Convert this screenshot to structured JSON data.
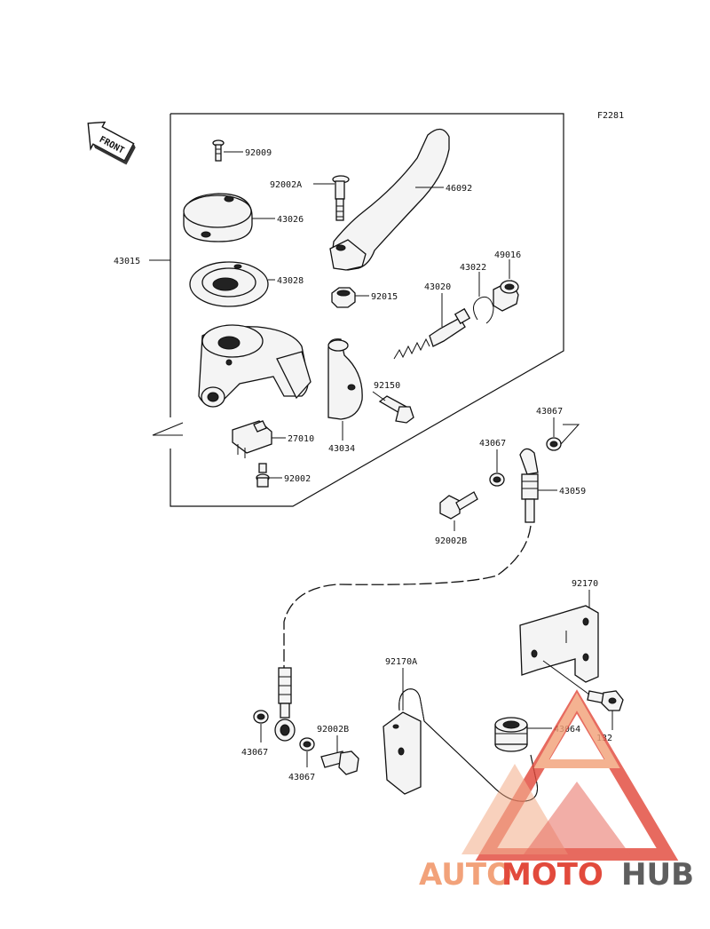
{
  "diagram": {
    "figure_code": "F2281",
    "front_label": "FRONT",
    "watermark": {
      "part1": "AUTO",
      "part2": "MOTO",
      "part3": "HUB"
    },
    "colors": {
      "watermark_orange": "#f2a27a",
      "watermark_red": "#e24a3c",
      "watermark_gray": "#5e5e5e"
    },
    "parts": {
      "p92009": "92009",
      "p92002A": "92002A",
      "p46092": "46092",
      "p43026": "43026",
      "p43015": "43015",
      "p43028": "43028",
      "p92015": "92015",
      "p43020": "43020",
      "p43022": "43022",
      "p49016": "49016",
      "p92150": "92150",
      "p27010": "27010",
      "p43034": "43034",
      "p92002": "92002",
      "p43067_top": "43067",
      "p43067_mid": "43067",
      "p43059": "43059",
      "p92002B_top": "92002B",
      "p92170": "92170",
      "p92170A": "92170A",
      "p92002B_bottom": "92002B",
      "p43064": "43064",
      "p132": "132",
      "p43067_left": "43067",
      "p43067_bottom": "43067"
    }
  }
}
